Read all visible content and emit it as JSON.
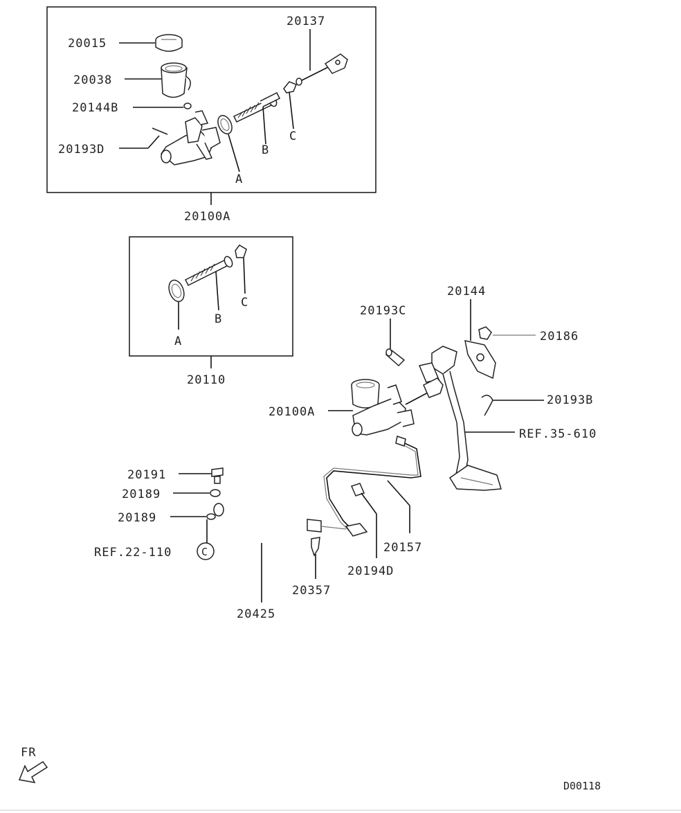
{
  "diagram": {
    "inset_top": {
      "labels": {
        "reservoir_cap": "20015",
        "reservoir": "20038",
        "seal_ring": "20144B",
        "pin": "20193D",
        "push_rod": "20137",
        "ref_a": "A",
        "ref_b": "B",
        "ref_c": "C"
      },
      "assembly_label": "20100A"
    },
    "inset_kit": {
      "labels": {
        "ref_a": "A",
        "ref_b": "B",
        "ref_c": "C"
      },
      "assembly_label": "20110"
    },
    "main": {
      "labels": {
        "clevis_pin": "20193C",
        "gasket": "20144",
        "nut": "20186",
        "clip": "20193B",
        "pedal_ref": "REF.35-610",
        "master_cylinder": "20100A",
        "bolt": "20191",
        "gasket_upper": "20189",
        "gasket_lower": "20189",
        "pipe_ref": "REF.22-110",
        "pipe_ref_marker": "C",
        "pipe": "20157",
        "clamp": "20194D",
        "hose_clip": "20357",
        "hose": "20425"
      }
    },
    "direction_label": "FR",
    "diagram_code": "D00118"
  }
}
